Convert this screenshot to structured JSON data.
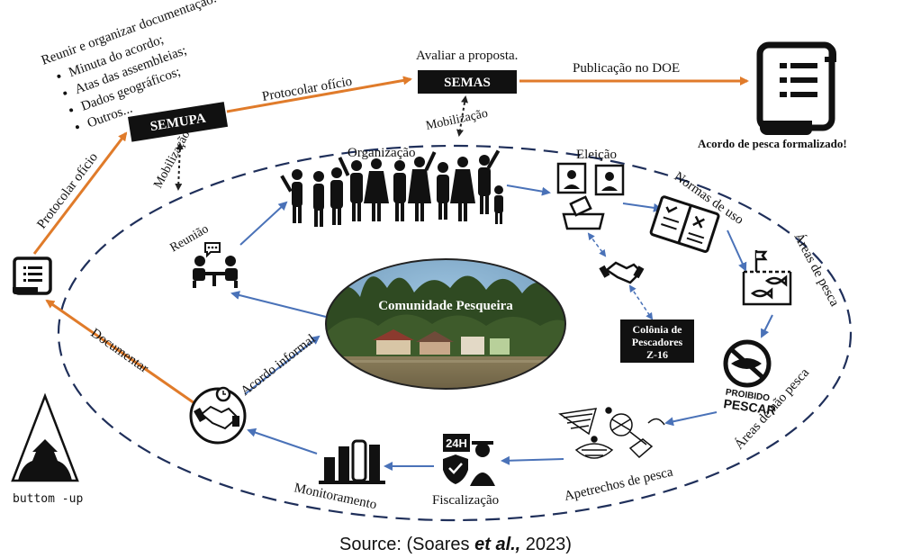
{
  "agencies": {
    "semupa": "SEMUPA",
    "semas": "SEMAS",
    "colonia": [
      "Colônia de",
      "Pescadores",
      "Z-16"
    ]
  },
  "labels": {
    "reunir_title": "Reunir e organizar documentação:",
    "reunir_items": [
      "Minuta do acordo;",
      "Atas das assembleias;",
      "Dados geográficos;",
      "Outros..."
    ],
    "avaliar": "Avaliar a proposta.",
    "protocolar_oficio_top": "Protocolar ofício",
    "protocolar_oficio_left": "Protocolar ofício",
    "publicacao": "Publicação no DOE",
    "mobilizacao_semupa": "Mobilização",
    "mobilizacao_semas": "Mobilização",
    "acordo_formalizado": "Acordo de pesca formalizado!",
    "documentar": "Documentar",
    "acordo_informal": "Acordo informal",
    "comunidade": "Comunidade Pesqueira",
    "bottom_up": "buttom -up",
    "source_prefix": "Source: (Soares ",
    "source_etal": "et al.,",
    "source_year": " 2023)"
  },
  "cycle": {
    "organizacao": "Organização",
    "reuniao": "Reunião",
    "eleicao": "Eleição",
    "normas": "Normas de uso",
    "areas_pesca": "Áreas de pesca",
    "areas_nao_pesca": "Áreas de não pesca",
    "apetrechos": "Apetrechos de pesca",
    "fiscalizacao": "Fiscalização",
    "monitoramento": "Monitoramento"
  },
  "icons": {
    "proibido_line1": "PROIBIDO",
    "proibido_line2": "PESCAR",
    "badge_24h": "24H"
  },
  "colors": {
    "orange_arrow": "#e07b2a",
    "blue_arrow": "#4a72b8",
    "dashed_ellipse": "#1f2f5a",
    "box_fill": "#111111"
  }
}
